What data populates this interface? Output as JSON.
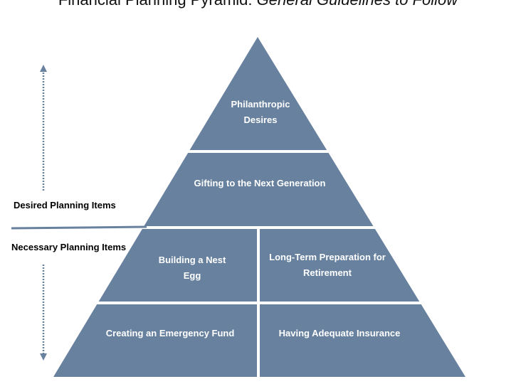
{
  "title": {
    "main": "Financial Planning Pyramid:",
    "italic": "General Guidelines to Follow"
  },
  "side_labels": {
    "desired": "Desired Planning Items",
    "necessary": "Necessary Planning Items"
  },
  "pyramid": {
    "top": "Philanthropic Desires",
    "second": "Gifting to the Next Generation",
    "third_left": "Building a Nest Egg",
    "third_right": "Long-Term Preparation for Retirement",
    "bottom_left": "Creating an Emergency Fund",
    "bottom_right": "Having Adequate Insurance"
  },
  "colors": {
    "block_fill": "#67819e",
    "divider": "#ffffff",
    "arrow": "#67819e"
  }
}
